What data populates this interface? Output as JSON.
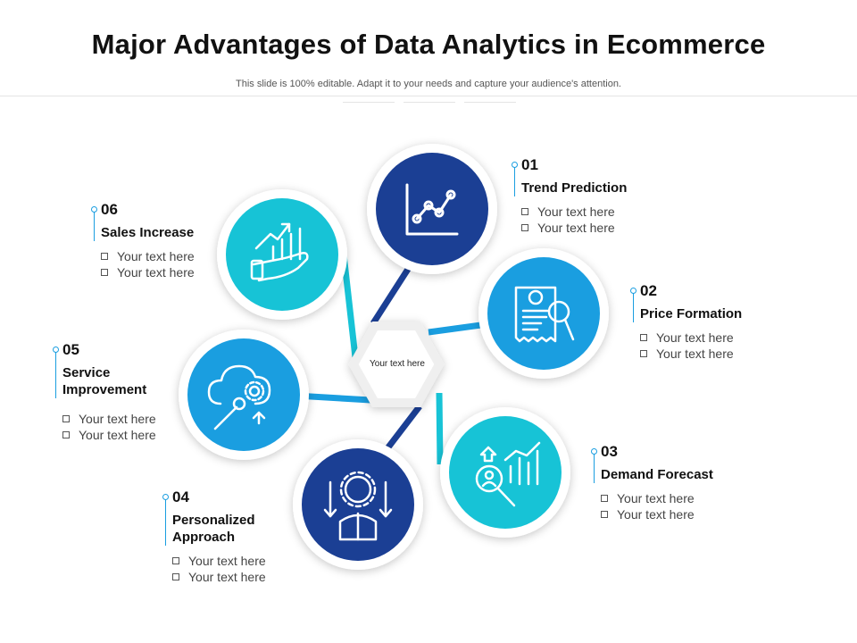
{
  "title": "Major Advantages of Data Analytics in Ecommerce",
  "subtitle": "This slide is 100% editable. Adapt it to your needs and capture your audience's attention.",
  "center_text": "Your text here",
  "items": [
    {
      "num": "01",
      "heading": "Trend Prediction",
      "bullets": [
        "Your text here",
        "Your text here"
      ],
      "icon": "line-chart-icon",
      "color": "#1b3f94"
    },
    {
      "num": "02",
      "heading": "Price Formation",
      "bullets": [
        "Your text here",
        "Your text here"
      ],
      "icon": "invoice-magnifier-icon",
      "color": "#1a9ee0"
    },
    {
      "num": "03",
      "heading": "Demand Forecast",
      "bullets": [
        "Your text here",
        "Your text here"
      ],
      "icon": "forecast-analysis-icon",
      "color": "#17c3d6"
    },
    {
      "num": "04",
      "heading": "Personalized Approach",
      "bullets": [
        "Your text here",
        "Your text here"
      ],
      "icon": "person-gear-icon",
      "color": "#1b3f94"
    },
    {
      "num": "05",
      "heading": "Service Improvement",
      "bullets": [
        "Your text here",
        "Your text here"
      ],
      "icon": "cloud-wrench-icon",
      "color": "#1a9ee0"
    },
    {
      "num": "06",
      "heading": "Sales Increase",
      "bullets": [
        "Your text here",
        "Your text here"
      ],
      "icon": "hand-growth-icon",
      "color": "#17c3d6"
    }
  ]
}
